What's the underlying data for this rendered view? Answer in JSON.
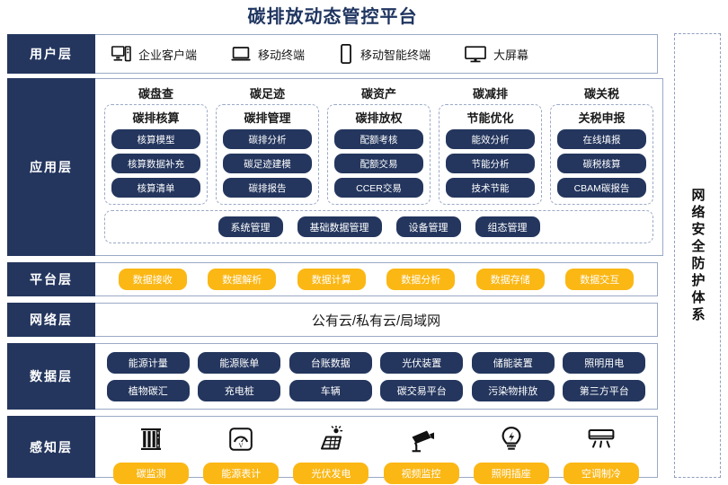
{
  "title": "碳排放动态管控平台",
  "security_panel": {
    "label": "网络安全防护体系"
  },
  "layers": {
    "user": {
      "label": "用户层",
      "items": [
        {
          "icon": "desktop-tower-icon",
          "label": "企业客户端"
        },
        {
          "icon": "laptop-icon",
          "label": "移动终端"
        },
        {
          "icon": "smartphone-icon",
          "label": "移动智能终端"
        },
        {
          "icon": "monitor-icon",
          "label": "大屏幕"
        }
      ]
    },
    "application": {
      "label": "应用层",
      "columns": [
        {
          "title": "碳盘查",
          "card_title": "碳排核算",
          "items": [
            "核算模型",
            "核算数据补充",
            "核算清单"
          ]
        },
        {
          "title": "碳足迹",
          "card_title": "碳排管理",
          "items": [
            "碳排分析",
            "碳足迹建模",
            "碳排报告"
          ]
        },
        {
          "title": "碳资产",
          "card_title": "碳排放权",
          "items": [
            "配额考核",
            "配额交易",
            "CCER交易"
          ]
        },
        {
          "title": "碳减排",
          "card_title": "节能优化",
          "items": [
            "能效分析",
            "节能分析",
            "技术节能"
          ]
        },
        {
          "title": "碳关税",
          "card_title": "关税申报",
          "items": [
            "在线填报",
            "碳税核算",
            "CBAM碳报告"
          ]
        }
      ],
      "common": [
        "系统管理",
        "基础数据管理",
        "设备管理",
        "组态管理"
      ]
    },
    "platform": {
      "label": "平台层",
      "items": [
        "数据接收",
        "数据解析",
        "数据计算",
        "数据分析",
        "数据存储",
        "数据交互"
      ]
    },
    "network": {
      "label": "网络层",
      "text": "公有云/私有云/局域网"
    },
    "data": {
      "label": "数据层",
      "row1": [
        "能源计量",
        "能源账单",
        "台账数据",
        "光伏装置",
        "储能装置",
        "照明用电"
      ],
      "row2": [
        "植物碳汇",
        "充电桩",
        "车辆",
        "碳交易平台",
        "污染物排放",
        "第三方平台"
      ]
    },
    "sense": {
      "label": "感知层",
      "items": [
        {
          "icon": "carbon-monitor-icon",
          "label": "碳监测"
        },
        {
          "icon": "energy-meter-icon",
          "label": "能源表计"
        },
        {
          "icon": "solar-panel-icon",
          "label": "光伏发电"
        },
        {
          "icon": "cctv-camera-icon",
          "label": "视频监控"
        },
        {
          "icon": "lightbulb-socket-icon",
          "label": "照明插座"
        },
        {
          "icon": "air-conditioner-icon",
          "label": "空调制冷"
        }
      ]
    }
  },
  "colors": {
    "navy": "#24365e",
    "yellow": "#fbb714",
    "title_blue": "#1f3560",
    "border_blue": "#9aa9c6"
  }
}
